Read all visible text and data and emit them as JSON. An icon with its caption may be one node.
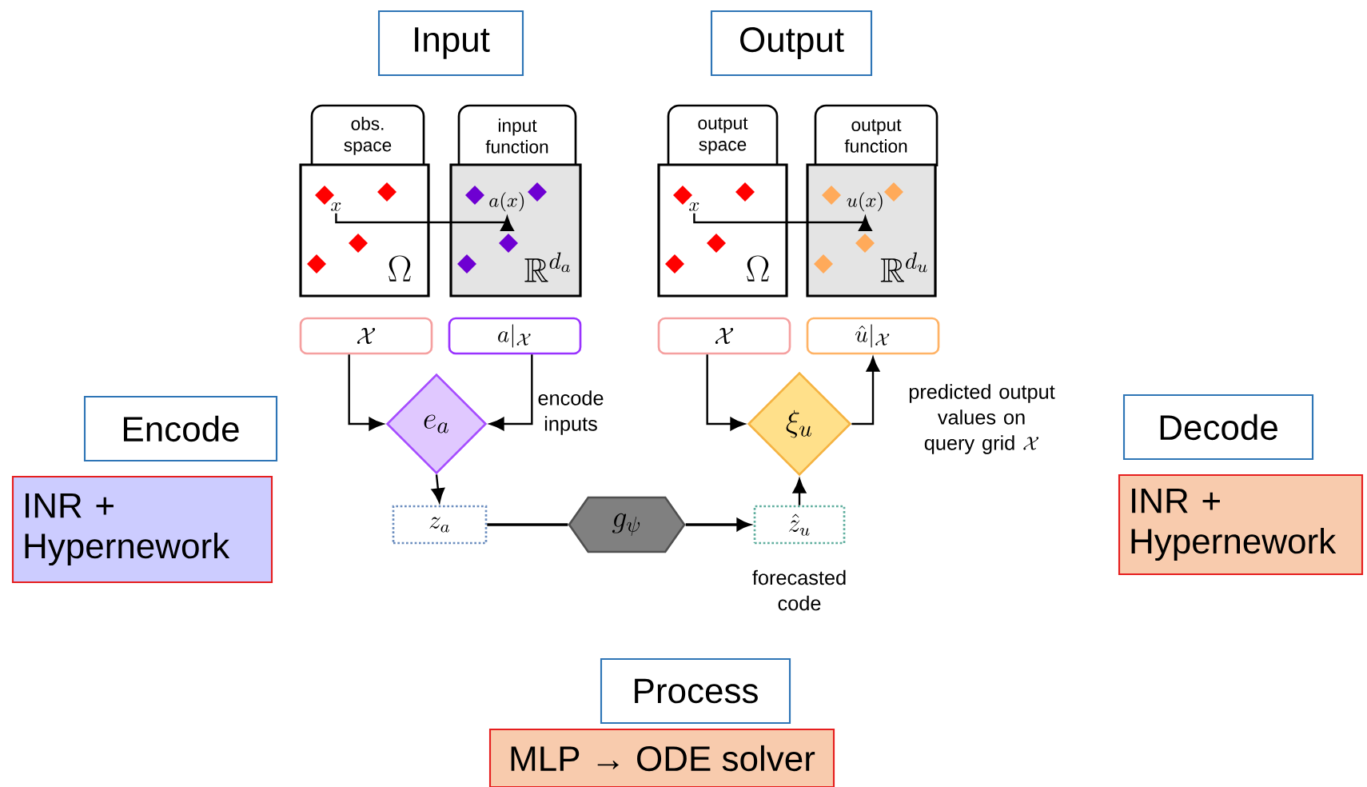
{
  "diagram": {
    "nodes": [
      {
        "text": [
          "Input"
        ]
      },
      {
        "text": [
          "Output"
        ]
      },
      {
        "text": [
          "obs. space",
          "\\Omega"
        ]
      },
      {
        "text": [
          "x"
        ],
        "in": 2
      },
      {
        "text": [
          "input function",
          "\\mathbb{R}^{d_a}"
        ]
      },
      {
        "text": [
          "a(x)"
        ],
        "in": 4
      },
      {
        "text": [
          "output space",
          "\\Omega"
        ]
      },
      {
        "text": [
          "x"
        ],
        "in": 6
      },
      {
        "text": [
          "output function",
          "\\mathbb{R}^{d_u}"
        ]
      },
      {
        "text": [
          "u(x)"
        ],
        "in": 8
      },
      {
        "text": [
          "\\mathcal{X}"
        ]
      },
      {
        "text": [
          "a|_{\\mathcal{X}}"
        ]
      },
      {
        "text": [
          "\\mathcal{X}"
        ]
      },
      {
        "text": [
          "\\hat{u}|_{\\mathcal{X}}"
        ]
      },
      {
        "text": [
          "Encode"
        ]
      },
      {
        "text": [
          "INR + Hypernework"
        ]
      },
      {
        "text": [
          "e_a"
        ],
        "beside": [
          "encode inputs"
        ]
      },
      {
        "text": [
          "z_a"
        ]
      },
      {
        "text": [
          "g_\\psi"
        ]
      },
      {
        "text": [
          "\\hat{z}_u"
        ],
        "beside": [
          "forecasted code"
        ]
      },
      {
        "text": [
          "\\xi_u"
        ],
        "beside": [
          "predicted output values on query grid",
          "\\mathcal{X}"
        ]
      },
      {
        "text": [
          "Decode"
        ]
      },
      {
        "text": [
          "INR + Hypernework"
        ]
      },
      {
        "text": [
          "Process"
        ]
      },
      {
        "text": [
          "MLP → ODE solver"
        ]
      }
    ],
    "edges": [
      {
        "from": 3,
        "to": 5,
        "arrow": "to"
      },
      {
        "from": 7,
        "to": 9,
        "arrow": "to"
      },
      {
        "from": 10,
        "to": 16,
        "arrow": "to"
      },
      {
        "from": 11,
        "to": 16,
        "arrow": "to"
      },
      {
        "from": 16,
        "to": 17,
        "arrow": "to"
      },
      {
        "from": 17,
        "to": 18,
        "arrow": "none"
      },
      {
        "from": 18,
        "to": 19,
        "arrow": "to"
      },
      {
        "from": 19,
        "to": 20,
        "arrow": "to"
      },
      {
        "from": 12,
        "to": 20,
        "arrow": "to"
      },
      {
        "from": 20,
        "to": 13,
        "arrow": "to"
      }
    ]
  }
}
